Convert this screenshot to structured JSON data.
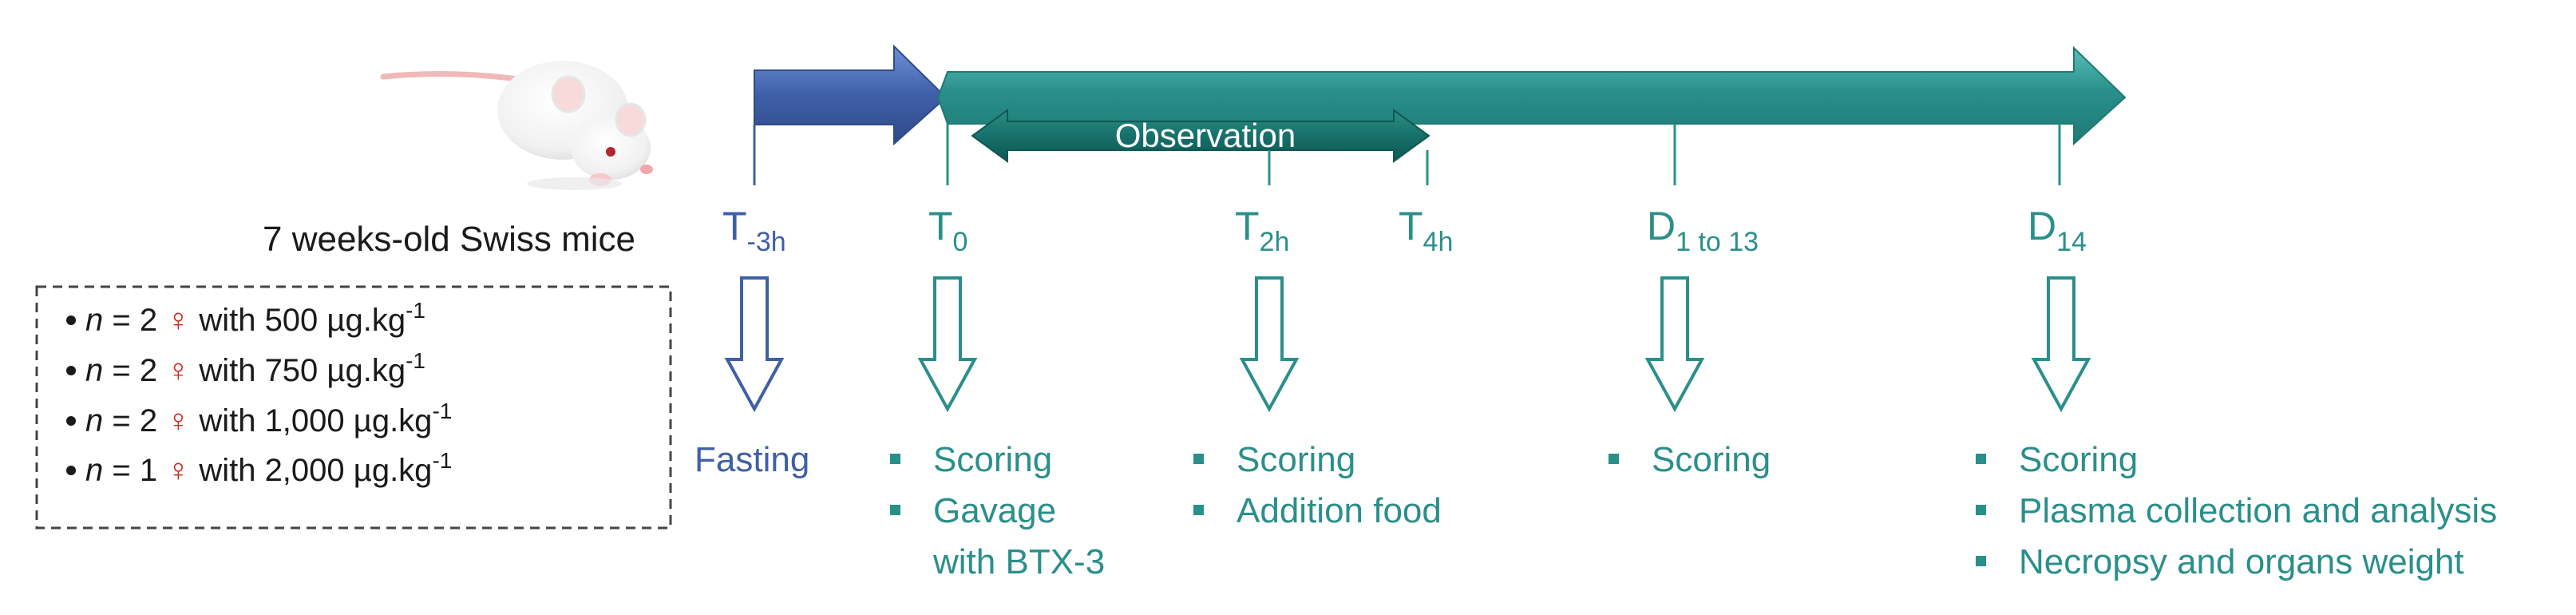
{
  "colors": {
    "teal": "#2a8f8a",
    "teal_dark": "#17706b",
    "blue": "#3f5fa8",
    "female_red": "#d0261c",
    "text_dark": "#1a1a1a",
    "border_dashed": "#444444"
  },
  "subject": {
    "image_icon": "mouse-image",
    "caption": "7 weeks-old Swiss mice"
  },
  "dose_groups": [
    {
      "n_label": "n",
      "equals": " = 2 ",
      "sex_symbol": "♀",
      "dose_text": " with 500 µg.kg",
      "exponent": "-1"
    },
    {
      "n_label": "n",
      "equals": " = 2 ",
      "sex_symbol": "♀",
      "dose_text": " with 750 µg.kg",
      "exponent": "-1"
    },
    {
      "n_label": "n",
      "equals": " = 2 ",
      "sex_symbol": "♀",
      "dose_text": " with 1,000 µg.kg",
      "exponent": "-1"
    },
    {
      "n_label": "n",
      "equals": " = 1 ",
      "sex_symbol": "♀",
      "dose_text": " with 2,000 µg.kg",
      "exponent": "-1"
    }
  ],
  "observation_label": "Observation",
  "timepoints": [
    {
      "id": "t-3h",
      "base": "T",
      "sub": "-3h",
      "color": "blue",
      "items": [],
      "plain_label": "Fasting"
    },
    {
      "id": "t0",
      "base": "T",
      "sub": "0",
      "color": "teal",
      "items": [
        "Scoring",
        "Gavage",
        "with BTX-3"
      ],
      "bullets": [
        true,
        true,
        false
      ]
    },
    {
      "id": "t2h",
      "base": "T",
      "sub": "2h",
      "color": "teal",
      "items": [
        "Scoring",
        "Addition food"
      ],
      "bullets": [
        true,
        true
      ]
    },
    {
      "id": "t4h",
      "base": "T",
      "sub": "4h",
      "color": "teal",
      "items": []
    },
    {
      "id": "d1-13",
      "base": "D",
      "sub": "1 to 13",
      "color": "teal",
      "items": [
        "Scoring"
      ],
      "bullets": [
        true
      ]
    },
    {
      "id": "d14",
      "base": "D",
      "sub": "14",
      "color": "teal",
      "items": [
        "Scoring",
        "Plasma collection and analysis",
        "Necropsy and organs weight"
      ],
      "bullets": [
        true,
        true,
        true
      ]
    }
  ]
}
